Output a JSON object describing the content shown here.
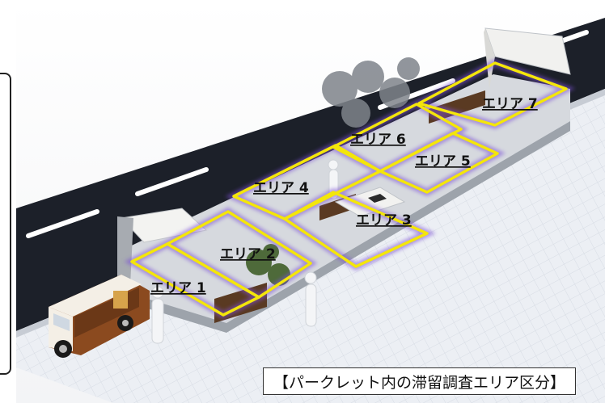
{
  "caption": "【パークレット内の滞留調査エリア区分】",
  "areas": [
    {
      "label": "エリア 1"
    },
    {
      "label": "エリア 2"
    },
    {
      "label": "エリア 3"
    },
    {
      "label": "エリア 4"
    },
    {
      "label": "エリア 5"
    },
    {
      "label": "エリア 6"
    },
    {
      "label": "エリア 7"
    }
  ],
  "colors": {
    "road": "#1c2029",
    "lane_marking": "#ffffff",
    "sidewalk": "#e9edf3",
    "area_outline": "#f4e60a",
    "area_glow": "#7b4fd6"
  }
}
